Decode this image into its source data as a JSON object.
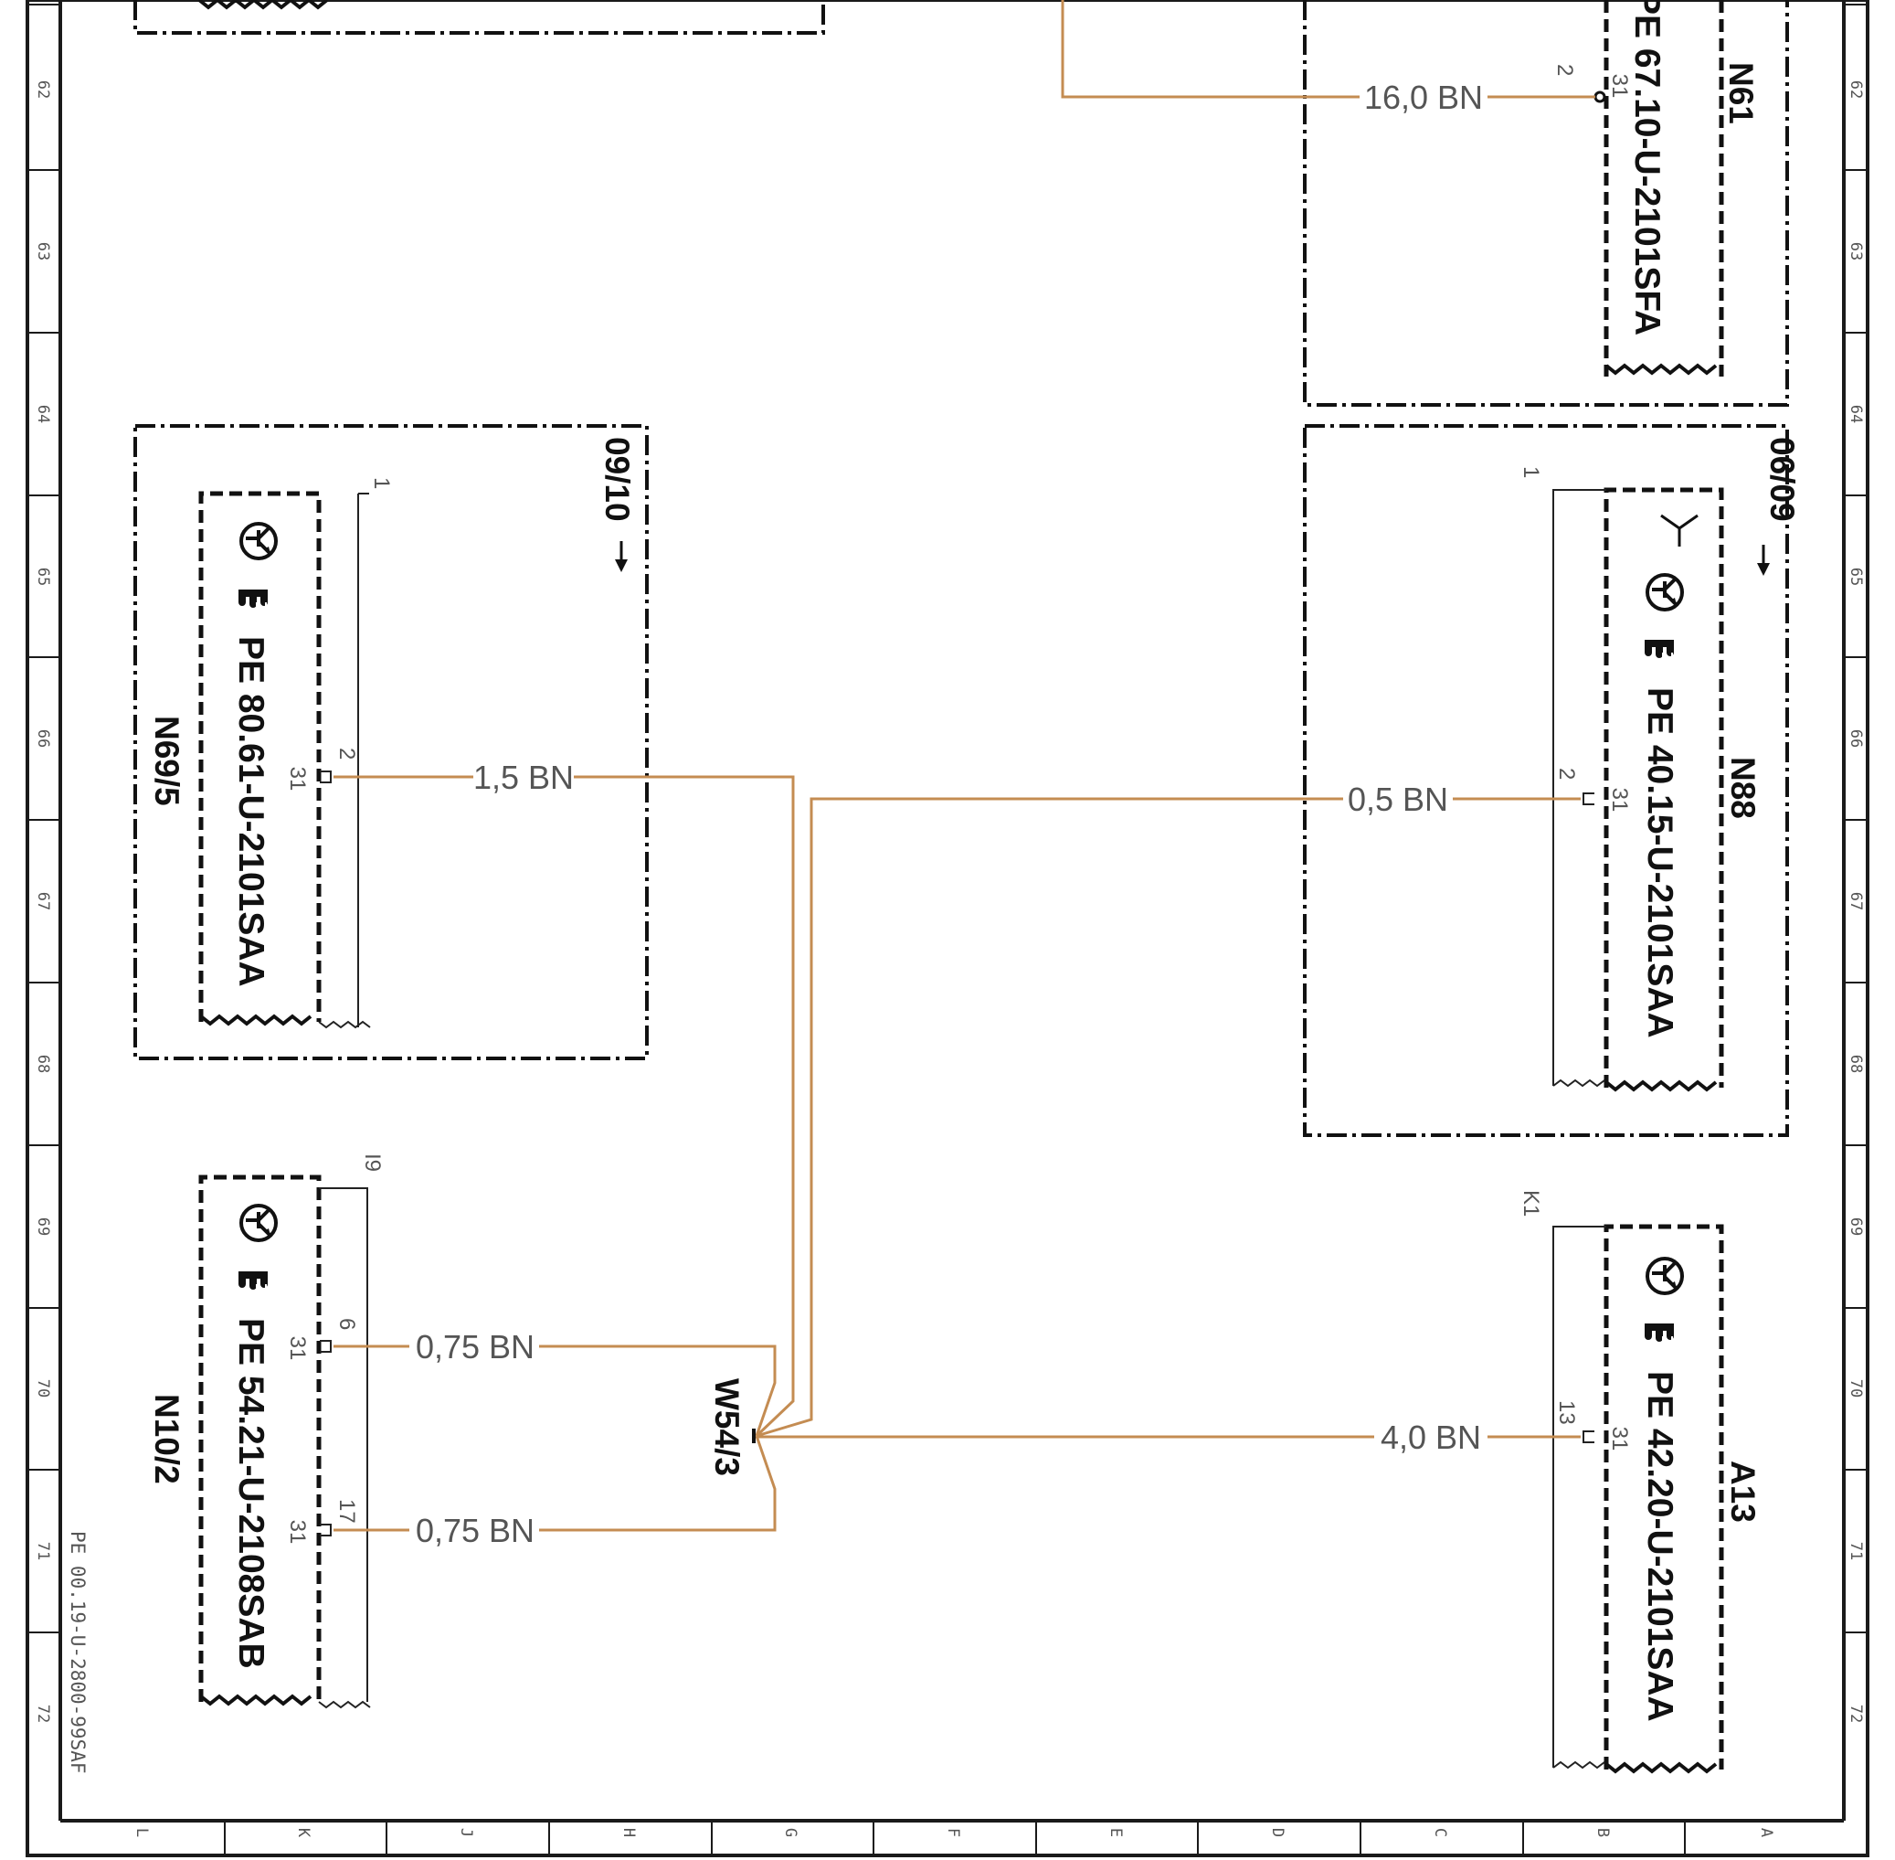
{
  "sheet": {
    "footnote": "PE 00.19-U-2800-99SAF",
    "row_labels": [
      "62",
      "63",
      "64",
      "65",
      "66",
      "67",
      "68",
      "69",
      "70",
      "71",
      "72"
    ],
    "column_labels": [
      "L",
      "K",
      "J",
      "H",
      "G",
      "F",
      "E",
      "D",
      "C",
      "B",
      "A"
    ]
  },
  "groups": {
    "ref_top_left": "09/10",
    "ref_top_right": "06/09"
  },
  "components": {
    "n61": {
      "ref": "N61",
      "doc": "PE 67.10-U-2101SFA"
    },
    "n69": {
      "ref": "N69/5",
      "doc": "PE 80.61-U-2101SAA"
    },
    "n88": {
      "ref": "N88",
      "doc": "PE 40.15-U-2101SAA"
    },
    "n10": {
      "ref": "N10/2",
      "doc": "PE 54.21-U-2108SAB"
    },
    "a13": {
      "ref": "A13",
      "doc": "PE 42.20-U-2101SAA"
    },
    "w54": {
      "ref": "W54/3"
    }
  },
  "connectors": {
    "n61": {
      "pin_conn": "2",
      "pin_no": "31"
    },
    "n69": {
      "conn": "1",
      "pin_conn": "2",
      "pin_no": "31"
    },
    "n88": {
      "conn": "1",
      "pin_conn": "2",
      "pin_no": "31"
    },
    "n10": {
      "conn": "I9",
      "pin_conn_a": "6",
      "pin_no_a": "31",
      "pin_conn_b": "17",
      "pin_no_b": "31"
    },
    "a13": {
      "conn": "K1",
      "pin_conn": "13",
      "pin_no": "31"
    }
  },
  "wires": {
    "w_n61": "16,0 BN",
    "w_n69": "1,5 BN",
    "w_n88": "0,5 BN",
    "w_n10a": "0,75 BN",
    "w_n10b": "0,75 BN",
    "w_a13": "4,0 BN"
  },
  "colors": {
    "wire_brown": "#c48c52",
    "line": "#111111"
  },
  "icons": [
    "transistor-symbol-icon",
    "pointing-hand-icon",
    "antenna-icon",
    "arrow-down-icon"
  ]
}
